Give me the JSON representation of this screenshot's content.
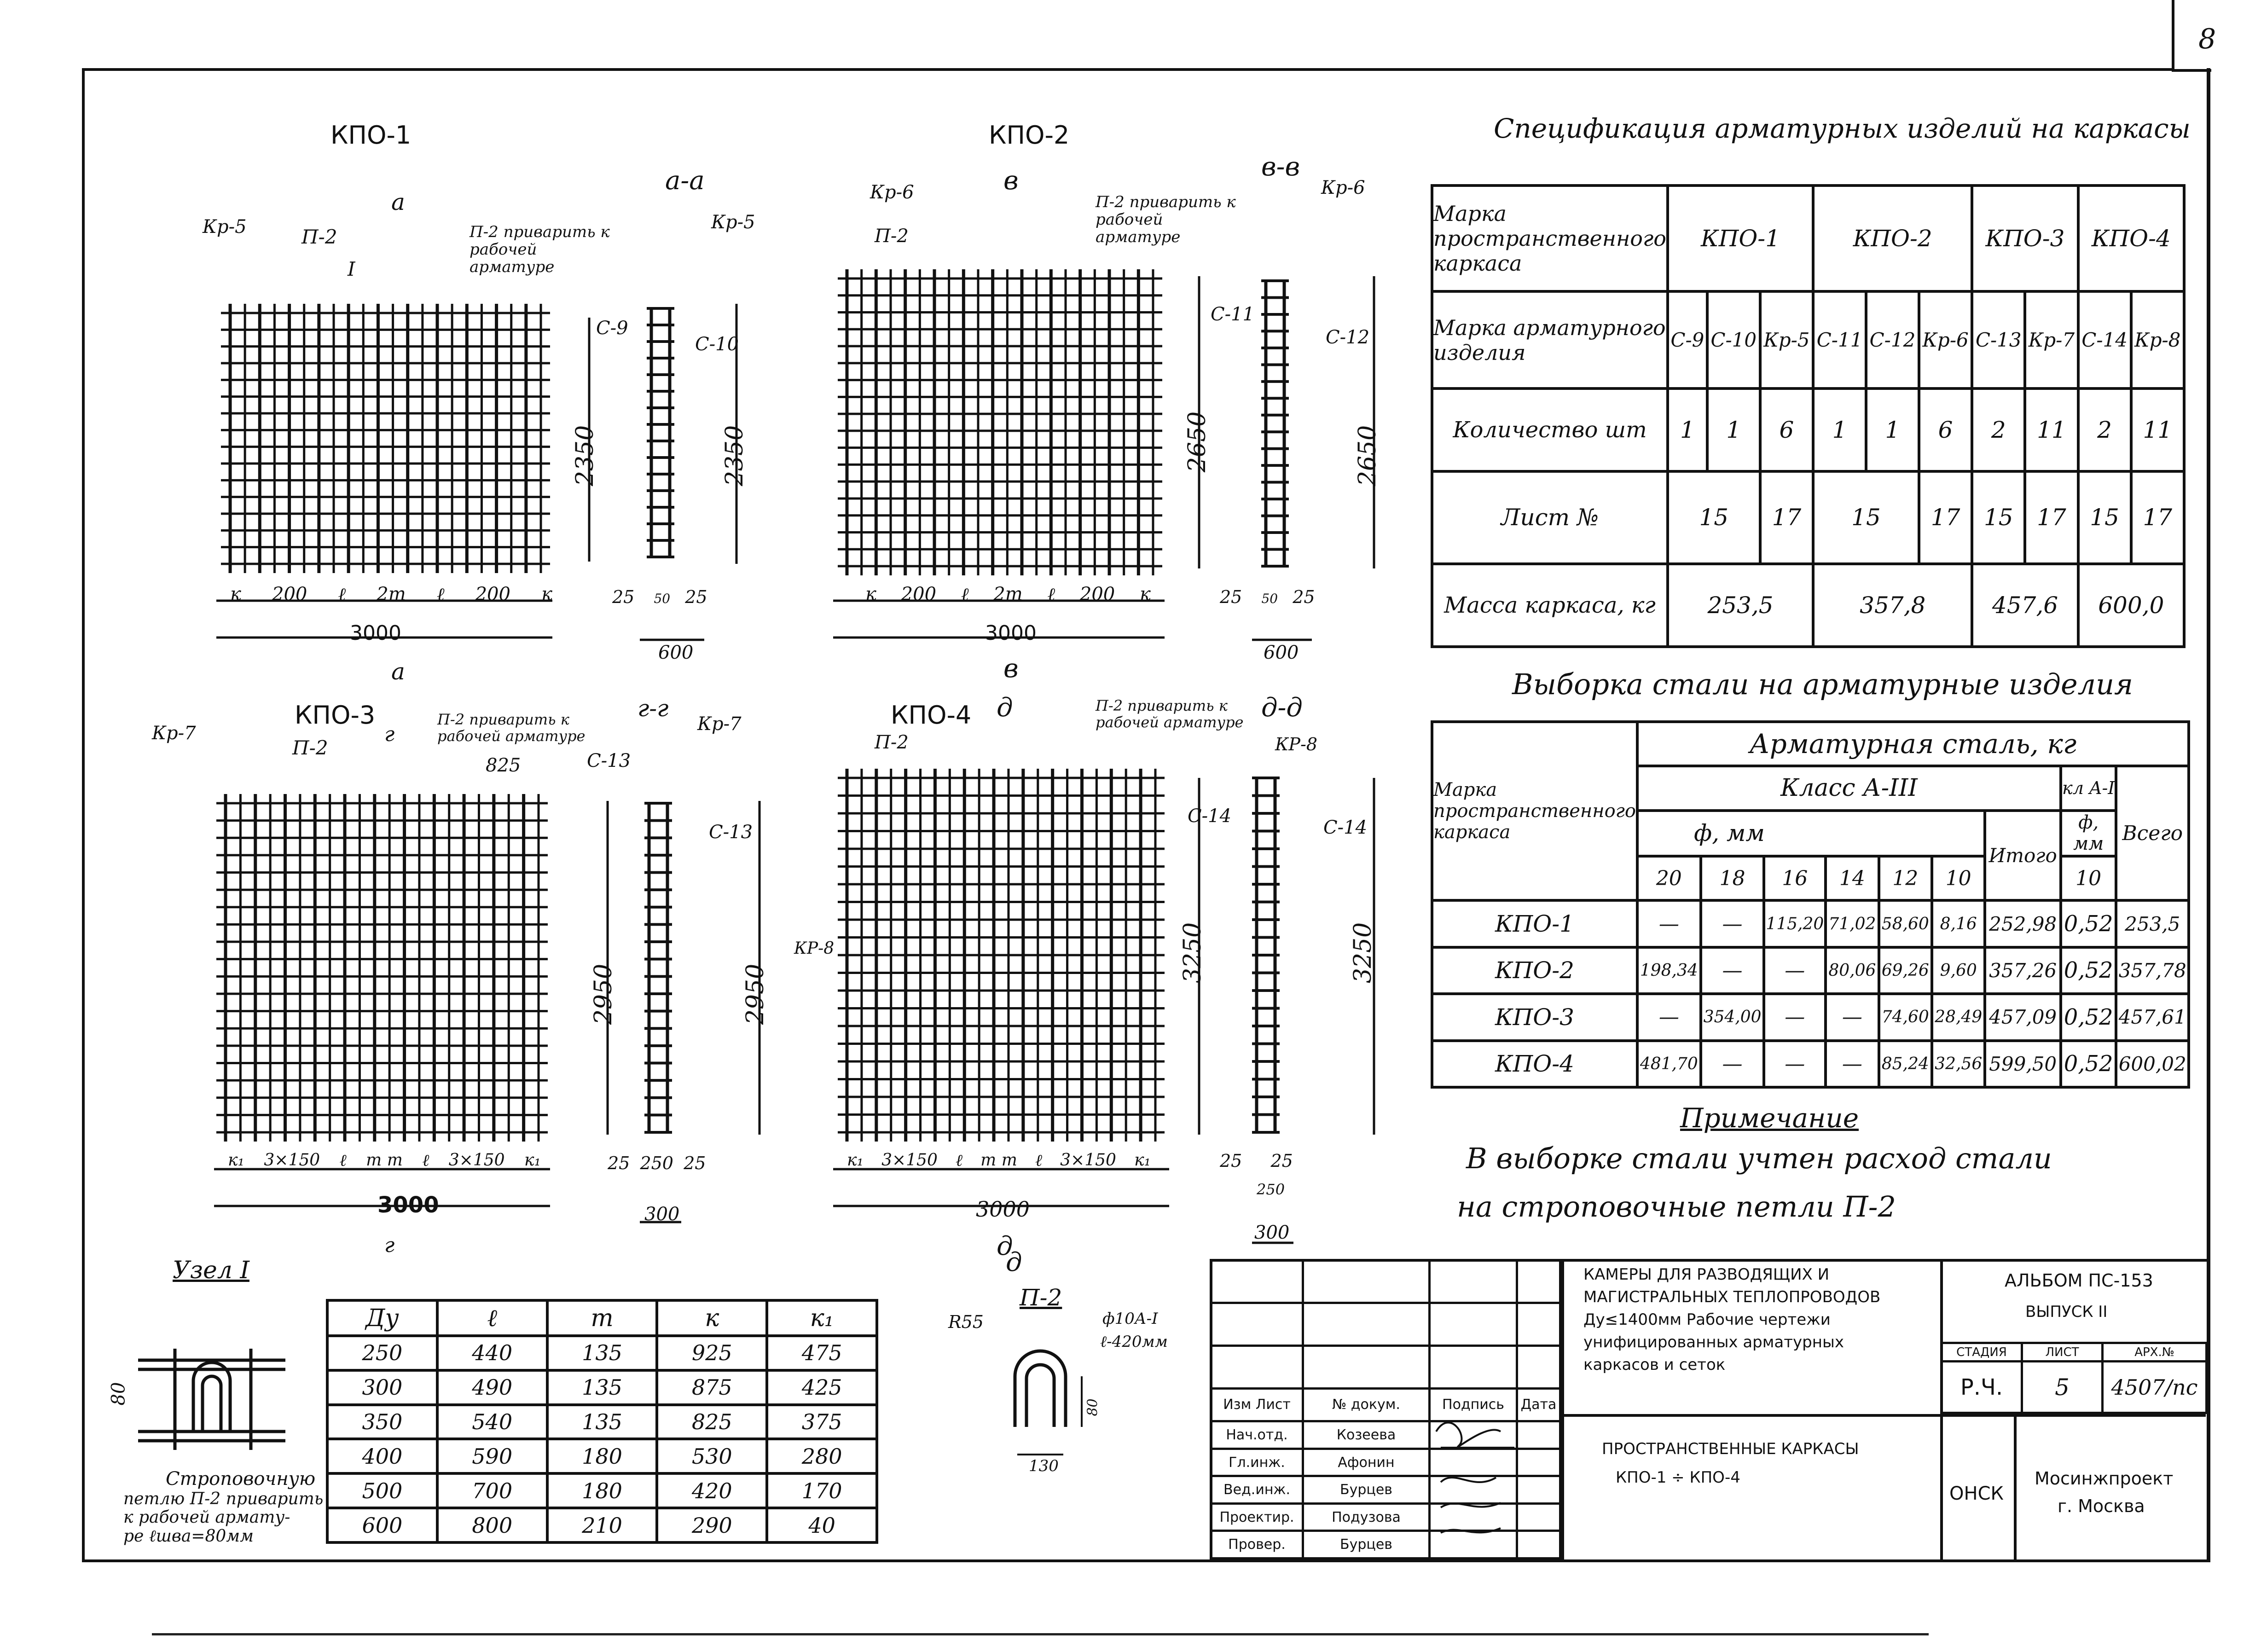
{
  "sheet_number": "8",
  "frames": [
    {
      "title": "КПО-1",
      "section_mark": "а",
      "section_title": "а-а",
      "callouts": [
        "Кр-5",
        "П-2",
        "I",
        "П-2 приварить к рабочей арматуре",
        "С-9",
        "С-10",
        "Кр-5"
      ],
      "height_dim": "2350",
      "section_height_dim": "2350",
      "bottom_dims": [
        "к",
        "200",
        "ℓ",
        "2m",
        "ℓ",
        "200",
        "к"
      ],
      "total_width": "3000",
      "section_dims": [
        "25",
        "50",
        "25",
        "600"
      ]
    },
    {
      "title": "КПО-2",
      "section_mark": "в",
      "section_title": "в-в",
      "callouts": [
        "Кр-6",
        "П-2",
        "П-2 приварить к рабочей арматуре",
        "С-11",
        "С-12",
        "Кр-6"
      ],
      "height_dim": "2650",
      "section_height_dim": "2650",
      "bottom_dims": [
        "к",
        "200",
        "ℓ",
        "2m",
        "ℓ",
        "200",
        "к"
      ],
      "total_width": "3000",
      "section_dims": [
        "25",
        "50",
        "25",
        "600"
      ]
    },
    {
      "title": "КПО-3",
      "section_mark": "г",
      "section_title": "г-г",
      "callouts": [
        "Кр-7",
        "П-2",
        "П-2 приварить к рабочей арматуре",
        "825",
        "С-13",
        "С-13",
        "Кр-7"
      ],
      "height_dim": "2950",
      "section_height_dim": "2950",
      "bottom_dims": [
        "к₁",
        "3×150",
        "ℓ",
        "m m",
        "ℓ",
        "3×150",
        "к₁"
      ],
      "total_width": "3000",
      "section_dims": [
        "25",
        "250",
        "25",
        "300"
      ]
    },
    {
      "title": "КПО-4",
      "section_mark": "д",
      "section_title": "д-д",
      "callouts": [
        "П-2",
        "П-2 приварить к рабочей арматуре",
        "КР-8",
        "С-14",
        "С-14",
        "КР-8"
      ],
      "height_dim": "3250",
      "section_height_dim": "3250",
      "bottom_dims": [
        "к₁",
        "3×150",
        "ℓ",
        "m m",
        "ℓ",
        "3×150",
        "к₁"
      ],
      "total_width": "3000",
      "section_dims": [
        "25",
        "25",
        "250",
        "300"
      ]
    }
  ],
  "spec": {
    "title": "Спецификация арматурных изделий на каркасы",
    "row_headers": [
      "Марка пространственного каркаса",
      "Марка арматурного изделия",
      "Количество шт",
      "Лист №",
      "Масса каркаса, кг"
    ],
    "frames": [
      "КПО-1",
      "КПО-2",
      "КПО-3",
      "КПО-4"
    ],
    "items": [
      "С-9",
      "С-10",
      "Кр-5",
      "С-11",
      "С-12",
      "Кр-6",
      "С-13",
      "Кр-7",
      "С-14",
      "Кр-8"
    ],
    "qty": [
      "1",
      "1",
      "6",
      "1",
      "1",
      "6",
      "2",
      "11",
      "2",
      "11"
    ],
    "sheets": [
      "15",
      "17",
      "15",
      "17",
      "15",
      "17",
      "15",
      "17"
    ],
    "mass": [
      "253,5",
      "357,8",
      "457,6",
      "600,0"
    ]
  },
  "steel": {
    "title": "Выборка стали на арматурные изделия",
    "h_mark": "Марка пространственного каркаса",
    "h_steel": "Арматурная сталь, кг",
    "h_class3": "Класс А-III",
    "h_class1": "кл A-I",
    "h_dia": "ф, мм",
    "h_dia2": "ф, мм",
    "h_itogo": "Итого",
    "h_total": "Всего",
    "diameters": [
      "20",
      "18",
      "16",
      "14",
      "12",
      "10"
    ],
    "dia_a1": "10",
    "rows": [
      {
        "mark": "КПО-1",
        "vals": [
          "—",
          "—",
          "115,20",
          "71,02",
          "58,60",
          "8,16"
        ],
        "itogo": "252,98",
        "a1": "0,52",
        "total": "253,5"
      },
      {
        "mark": "КПО-2",
        "vals": [
          "198,34",
          "—",
          "—",
          "80,06",
          "69,26",
          "9,60"
        ],
        "itogo": "357,26",
        "a1": "0,52",
        "total": "357,78"
      },
      {
        "mark": "КПО-3",
        "vals": [
          "—",
          "354,00",
          "—",
          "—",
          "74,60",
          "28,49"
        ],
        "itogo": "457,09",
        "a1": "0,52",
        "total": "457,61"
      },
      {
        "mark": "КПО-4",
        "vals": [
          "481,70",
          "—",
          "—",
          "—",
          "85,24",
          "32,56"
        ],
        "itogo": "599,50",
        "a1": "0,52",
        "total": "600,02"
      }
    ]
  },
  "note": {
    "title": "Примечание",
    "line1": "В выборке стали учтен расход стали",
    "line2": "на строповочные петли П-2"
  },
  "node": {
    "title": "Узел I",
    "dim": "80",
    "caption1": "Строповочную",
    "caption2": "петлю П-2 приварить",
    "caption3": "к рабочей армату-",
    "caption4": "ре ℓшва=80мм"
  },
  "dims_table": {
    "headers": [
      "Ду",
      "ℓ",
      "m",
      "к",
      "к₁"
    ],
    "rows": [
      [
        "250",
        "440",
        "135",
        "925",
        "475"
      ],
      [
        "300",
        "490",
        "135",
        "875",
        "425"
      ],
      [
        "350",
        "540",
        "135",
        "825",
        "375"
      ],
      [
        "400",
        "590",
        "180",
        "530",
        "280"
      ],
      [
        "500",
        "700",
        "180",
        "420",
        "170"
      ],
      [
        "600",
        "800",
        "210",
        "290",
        "40"
      ]
    ]
  },
  "loop": {
    "section_mark": "д",
    "title": "П-2",
    "radius": "R55",
    "bar": "ф10А-I",
    "length": "ℓ-420мм",
    "height": "80",
    "width": "130"
  },
  "title_block": {
    "desc1": "КАМЕРЫ ДЛЯ РАЗВОДЯЩИХ И",
    "desc2": "МАГИСТРАЛЬНЫХ ТЕПЛОПРОВОДОВ",
    "desc3": "Ду≤1400мм  Рабочие чертежи",
    "desc4": "унифицированных арматурных",
    "desc5": "каркасов и сеток",
    "album1": "АЛЬБОМ  ПС-153",
    "album2": "ВЫПУСК II",
    "stage_h": "СТАДИЯ",
    "sheet_h": "ЛИСТ",
    "art_h": "АРХ.№",
    "stage": "Р.Ч.",
    "sheet": "5",
    "art": "4507/пс",
    "sub1": "ПРОСТРАНСТВЕННЫЕ КАРКАСЫ",
    "sub2": "КПО-1 ÷ КПО-4",
    "city": "ОНСК",
    "org1": "Мосинжпроект",
    "org2": "г. Москва",
    "hdr": [
      "Изм",
      "Лист",
      "№ докум.",
      "Подпись",
      "Дата"
    ],
    "people": [
      {
        "role": "Нач.отд.",
        "name": "Козеева"
      },
      {
        "role": "Гл.инж.",
        "name": "Афонин"
      },
      {
        "role": "Вед.инж.",
        "name": "Бурцев"
      },
      {
        "role": "Проектир.",
        "name": "Подузова"
      },
      {
        "role": "Провер.",
        "name": "Бурцев"
      }
    ]
  }
}
